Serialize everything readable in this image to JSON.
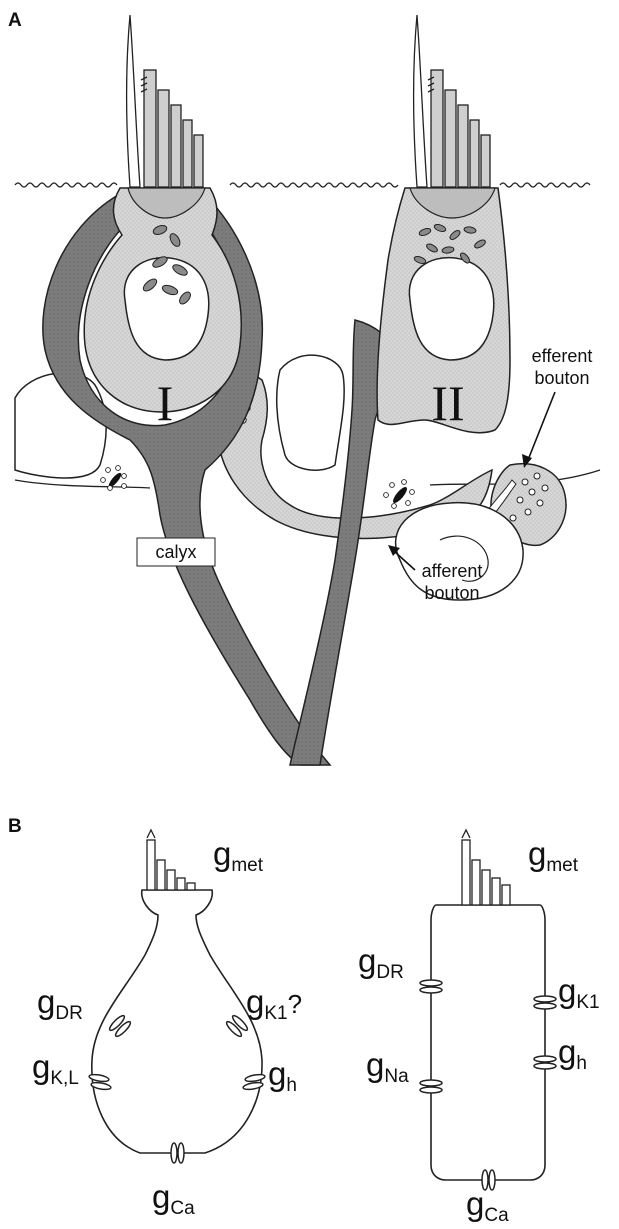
{
  "panels": {
    "a": {
      "letter": "A",
      "type1_numeral": "I",
      "type2_numeral": "II",
      "calyx": "calyx",
      "efferent_bouton": [
        "efferent",
        "bouton"
      ],
      "afferent_bouton": [
        "afferent",
        "bouton"
      ]
    },
    "b": {
      "letter": "B",
      "left": {
        "g_met": {
          "base": "g",
          "sub": "met"
        },
        "g_dr": {
          "base": "g",
          "sub": "DR"
        },
        "g_kl": {
          "base": "g",
          "sub": "K,L"
        },
        "g_k1": {
          "base": "g",
          "sub": "K1",
          "suffix": "?"
        },
        "g_h": {
          "base": "g",
          "sub": "h"
        },
        "g_ca": {
          "base": "g",
          "sub": "Ca"
        }
      },
      "right": {
        "g_met": {
          "base": "g",
          "sub": "met"
        },
        "g_dr": {
          "base": "g",
          "sub": "DR"
        },
        "g_na": {
          "base": "g",
          "sub": "Na"
        },
        "g_k1": {
          "base": "g",
          "sub": "K1"
        },
        "g_h": {
          "base": "g",
          "sub": "h"
        },
        "g_ca": {
          "base": "g",
          "sub": "Ca"
        }
      }
    }
  },
  "colors": {
    "dark_fill": "#7a7a7a",
    "light_fill": "#cfcfcf",
    "outline": "#222222",
    "background": "#ffffff"
  }
}
